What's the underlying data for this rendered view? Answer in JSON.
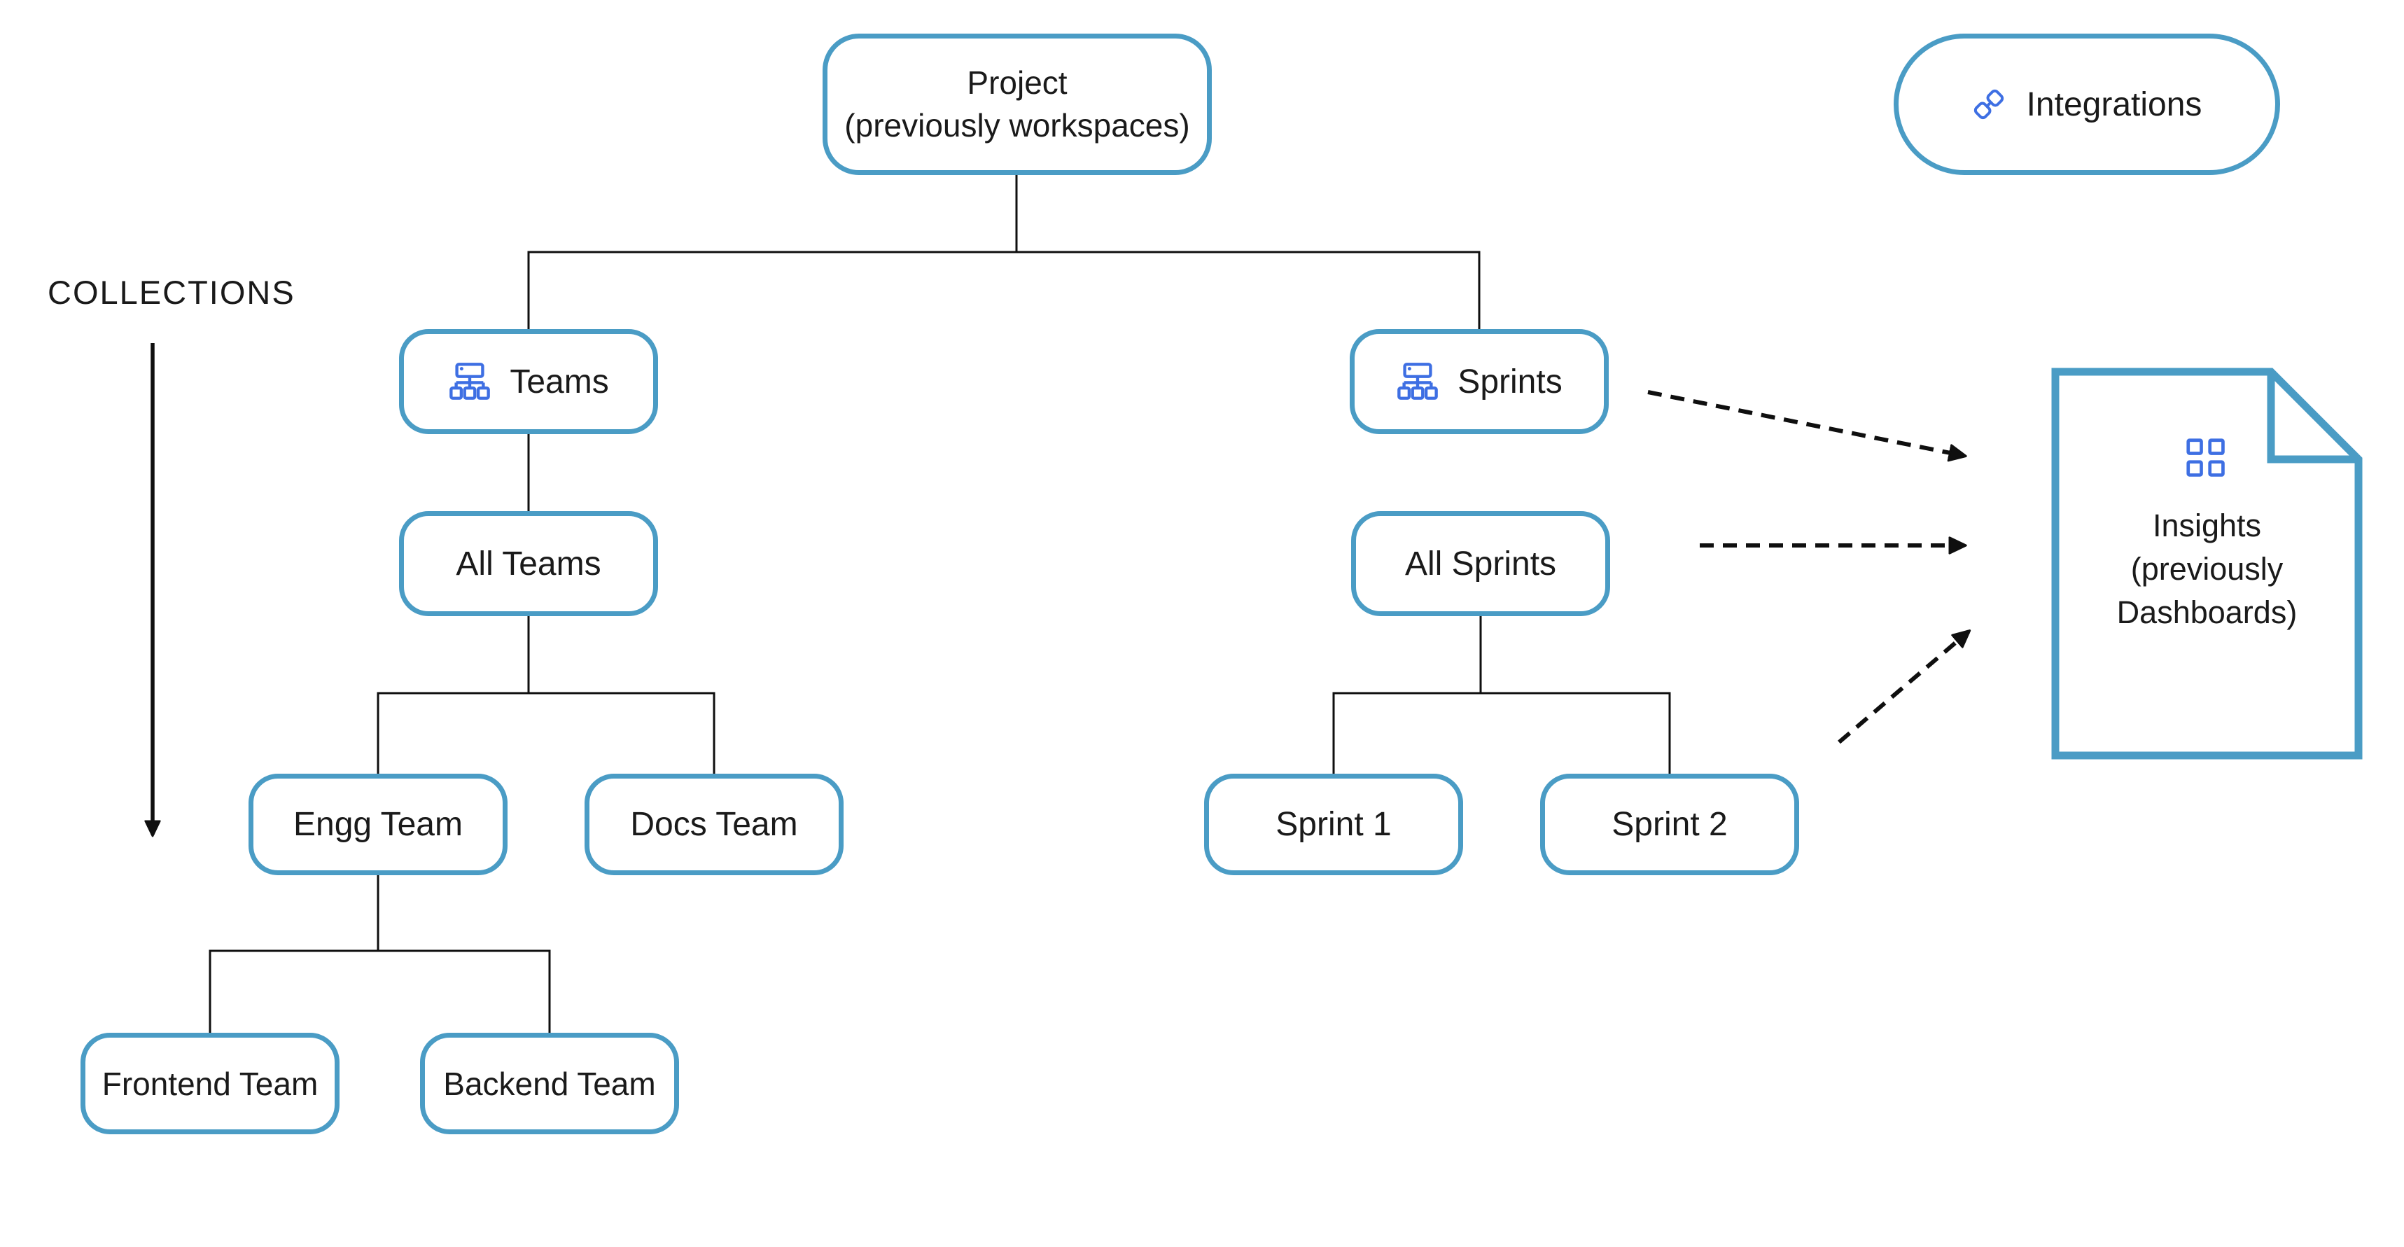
{
  "diagram": {
    "collections_label": "COLLECTIONS",
    "nodes": {
      "project": {
        "line1": "Project",
        "line2": "(previously workspaces)"
      },
      "integrations": {
        "label": "Integrations"
      },
      "teams": {
        "label": "Teams"
      },
      "sprints": {
        "label": "Sprints"
      },
      "all_teams": {
        "label": "All Teams"
      },
      "all_sprints": {
        "label": "All Sprints"
      },
      "engg_team": {
        "label": "Engg Team"
      },
      "docs_team": {
        "label": "Docs Team"
      },
      "sprint_1": {
        "label": "Sprint 1"
      },
      "sprint_2": {
        "label": "Sprint 2"
      },
      "frontend_team": {
        "label": "Frontend Team"
      },
      "backend_team": {
        "label": "Backend Team"
      },
      "insights": {
        "line1": "Insights",
        "line2": "(previously",
        "line3": "Dashboards)"
      }
    },
    "icons": {
      "teams": "org-chart-icon",
      "sprints": "org-chart-icon",
      "integrations": "link-plug-icon",
      "insights": "dashboard-grid-icon"
    },
    "colors": {
      "node_border": "#4a9cc5",
      "icon_blue": "#3e6fe3",
      "ink": "#1a1a1a",
      "connector": "#0f0f0f",
      "bg": "#ffffff"
    }
  }
}
